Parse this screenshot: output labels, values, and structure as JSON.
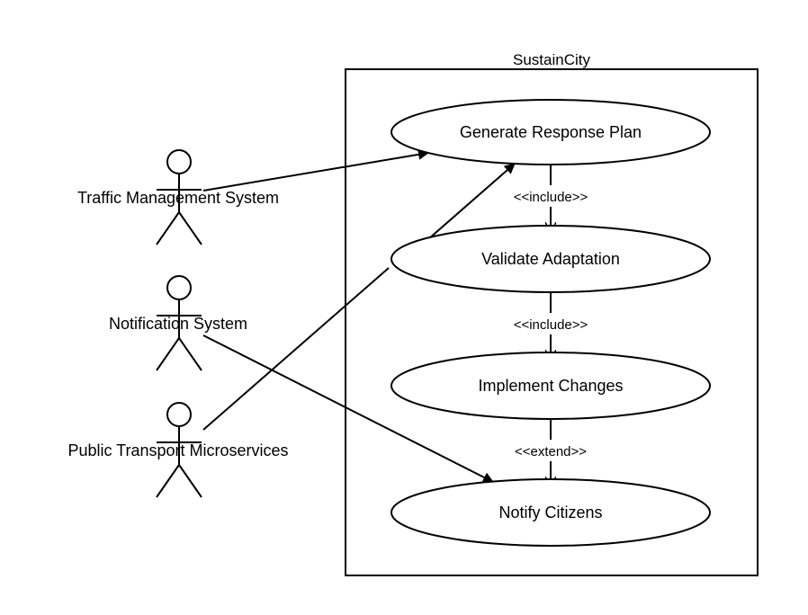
{
  "system": {
    "title": "SustainCity"
  },
  "use_cases": {
    "generate": "Generate Response Plan",
    "validate": "Validate Adaptation",
    "implement": "Implement Changes",
    "notify": "Notify Citizens"
  },
  "actors": {
    "traffic": "Traffic Management System",
    "notification": "Notification System",
    "transport": "Public Transport Microservices"
  },
  "relations": {
    "include_1": "<<include>>",
    "include_2": "<<include>>",
    "extend_1": "<<extend>>"
  }
}
